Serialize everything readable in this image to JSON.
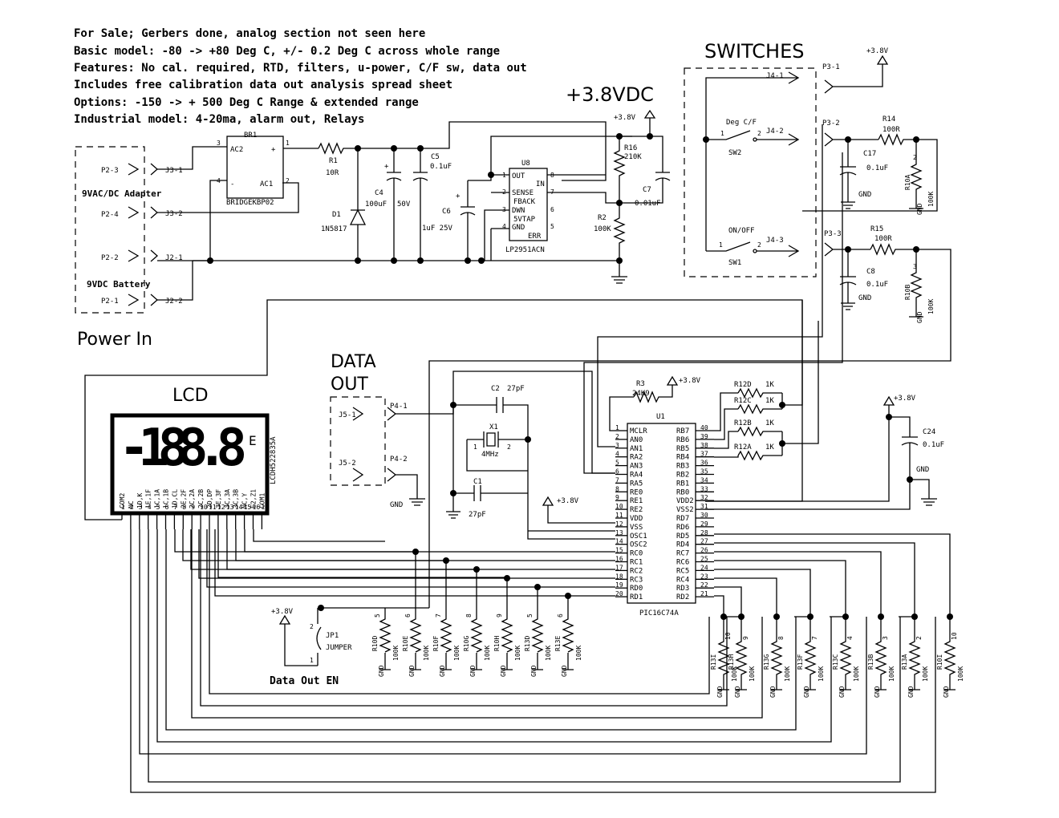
{
  "notes": [
    "For Sale; Gerbers done, analog section not seen here",
    "Basic model: -80 -> +80 Deg C,  +/- 0.2 Deg C across whole range",
    "Features:  No cal. required, RTD, filters, u-power, C/F sw, data out",
    "Includes free calibration data out analysis spread sheet",
    "Options: -150 -> + 500 Deg C Range & extended range",
    "Industrial model: 4-20ma, alarm out, Relays"
  ],
  "headings": {
    "switches": "SWITCHES",
    "supply": "+3.8VDC",
    "power_in": "Power In",
    "data_out_1": "DATA",
    "data_out_2": "OUT",
    "lcd": "LCD",
    "adapter": "9VAC/DC Adapter",
    "battery": "9VDC Battery",
    "data_out_en": "Data Out EN"
  },
  "power": {
    "p2_3": "P2-3",
    "p2_4": "P2-4",
    "p2_2": "P2-2",
    "p2_1": "P2-1",
    "j3_1": "J3-1",
    "j3_2": "J3-2",
    "j2_1": "J2-1",
    "j2_2": "J2-2",
    "br1": "BR1",
    "br1_part": "BRIDGEKBP02",
    "ac2": "AC2",
    "ac1": "AC1",
    "plus": "+",
    "minus": "-",
    "pin1": "1",
    "pin2": "2",
    "pin3": "3",
    "pin4": "4",
    "r1": "R1",
    "r1_val": "10R",
    "d1": "D1",
    "d1_part": "1N5817",
    "c4": "C4",
    "c4_val": "100uF",
    "c4_v": "50V",
    "c5": "C5",
    "c5_val": "0.1uF",
    "c6": "C6",
    "c6_val": "1uF  25V",
    "cap_plus": "+"
  },
  "regulator": {
    "ref": "U8",
    "part": "LP2951ACN",
    "out": "OUT",
    "in": "IN",
    "sense": "SENSE",
    "fback": "FBACK",
    "dwn": "DWN",
    "5vtap": "5VTAP",
    "gnd": "GND",
    "err": "ERR",
    "p1": "1",
    "p2": "2",
    "p3": "3",
    "p4": "4",
    "p5": "5",
    "p6": "6",
    "p7": "7",
    "p8": "8",
    "r16": "R16",
    "r16_val": "210K",
    "r2": "R2",
    "r2_val": "100K",
    "c7": "C7",
    "c7_val": "0.01uF",
    "v38": "+3.8V"
  },
  "switches": {
    "p3_1": "P3-1",
    "p3_2": "P3-2",
    "p3_3": "P3-3",
    "j4_1": "J4-1",
    "j4_2": "J4-2",
    "j4_3": "J4-3",
    "degcf": "Deg C/F",
    "sw2": "SW2",
    "onoff": "ON/OFF",
    "sw1": "SW1",
    "n1a": "1",
    "n2a": "2",
    "n1b": "1",
    "n2b": "2",
    "v38": "+3.8V",
    "r14": "R14",
    "r14_val": "100R",
    "c17": "C17",
    "c17_val": "0.1uF",
    "gnd1": "GND",
    "r10a": "R10A",
    "r10a_val": "100K",
    "r10a_pin": "2",
    "r15": "R15",
    "r15_val": "100R",
    "c8": "C8",
    "c8_val": "0.1uF",
    "gnd2": "GND",
    "r10b": "R10B",
    "r10b_val": "100K",
    "r10b_pin": "3",
    "gndv": "GND"
  },
  "lcd": {
    "digits": "-188.8",
    "unit": "E",
    "part": "LCDH522835A",
    "segments": [
      "COM2",
      "NC",
      "1D,K",
      "1E,1F",
      "1C,1A",
      "1C,1B",
      "1D,CL",
      "2E,2F",
      "2C,2A",
      "2C,2B",
      "2D,DP",
      "3E,3F",
      "3C,3A",
      "3C,3B",
      "NC,Y",
      "E2,Z1",
      "COM1"
    ],
    "pins": [
      "1",
      "2",
      "3",
      "4",
      "5",
      "6",
      "7",
      "8",
      "9",
      "10",
      "11",
      "12",
      "13",
      "14",
      "15",
      "16",
      "17"
    ]
  },
  "dataout": {
    "j5_1": "J5-1",
    "j5_2": "J5-2",
    "p4_1": "P4-1",
    "p4_2": "P4-2",
    "gnd": "GND",
    "c2": "C2",
    "c2_val": "27pF",
    "x1": "X1",
    "x1_val": "4MHz",
    "x1_p1": "1",
    "x1_p2": "2",
    "c1": "C1",
    "c1_val": "27pF",
    "v38": "+3.8V"
  },
  "mcu": {
    "ref": "U1",
    "part": "PIC16C74A",
    "r3": "R3",
    "r3_val": "24K9",
    "v38": "+3.8V",
    "left": [
      "MCLR",
      "AN0",
      "AN1",
      "RA2",
      "AN3",
      "RA4",
      "RA5",
      "RE0",
      "RE1",
      "RE2",
      "VDD",
      "VSS",
      "OSC1",
      "OSC2",
      "RC0",
      "RC1",
      "RC2",
      "RC3",
      "RD0",
      "RD1"
    ],
    "left_pins": [
      "1",
      "2",
      "3",
      "4",
      "5",
      "6",
      "7",
      "8",
      "9",
      "10",
      "11",
      "12",
      "13",
      "14",
      "15",
      "16",
      "17",
      "18",
      "19",
      "20"
    ],
    "right": [
      "RB7",
      "RB6",
      "RB5",
      "RB4",
      "RB3",
      "RB2",
      "RB1",
      "RB0",
      "VDD2",
      "VSS2",
      "RD7",
      "RD6",
      "RD5",
      "RD4",
      "RC7",
      "RC6",
      "RC5",
      "RC4",
      "RD3",
      "RD2"
    ],
    "right_pins": [
      "40",
      "39",
      "38",
      "37",
      "36",
      "35",
      "34",
      "33",
      "32",
      "31",
      "30",
      "29",
      "28",
      "27",
      "26",
      "25",
      "24",
      "23",
      "22",
      "21"
    ],
    "r12": [
      "R12D",
      "R12C",
      "R12B",
      "R12A"
    ],
    "r12_val": "1K",
    "c24": "C24",
    "c24_val": "0.1uF",
    "gnd": "GND",
    "v38b": "+3.8V"
  },
  "bottom": {
    "jp1": "JP1",
    "jp1_label": "JUMPER",
    "jp_p1": "1",
    "jp_p2": "2",
    "v38": "+3.8V",
    "gnd": "GND",
    "left_res": [
      {
        "name": "R10D",
        "pin": "5",
        "val": "100K"
      },
      {
        "name": "R10E",
        "pin": "6",
        "val": "100K"
      },
      {
        "name": "R10F",
        "pin": "7",
        "val": "100K"
      },
      {
        "name": "R10G",
        "pin": "8",
        "val": "100K"
      },
      {
        "name": "R10H",
        "pin": "9",
        "val": "100K"
      },
      {
        "name": "R13D",
        "pin": "5",
        "val": "100K"
      },
      {
        "name": "R13E",
        "pin": "6",
        "val": "100K"
      }
    ],
    "right_res": [
      {
        "name": "R13I",
        "pin": "10",
        "val": "100K"
      },
      {
        "name": "R13H",
        "pin": "9",
        "val": "100K"
      },
      {
        "name": "R13G",
        "pin": "8",
        "val": "100K"
      },
      {
        "name": "R13F",
        "pin": "7",
        "val": "100K"
      },
      {
        "name": "R13C",
        "pin": "4",
        "val": "100K"
      },
      {
        "name": "R13B",
        "pin": "3",
        "val": "100K"
      },
      {
        "name": "R13A",
        "pin": "2",
        "val": "100K"
      },
      {
        "name": "R10I",
        "pin": "10",
        "val": "100K"
      }
    ]
  }
}
